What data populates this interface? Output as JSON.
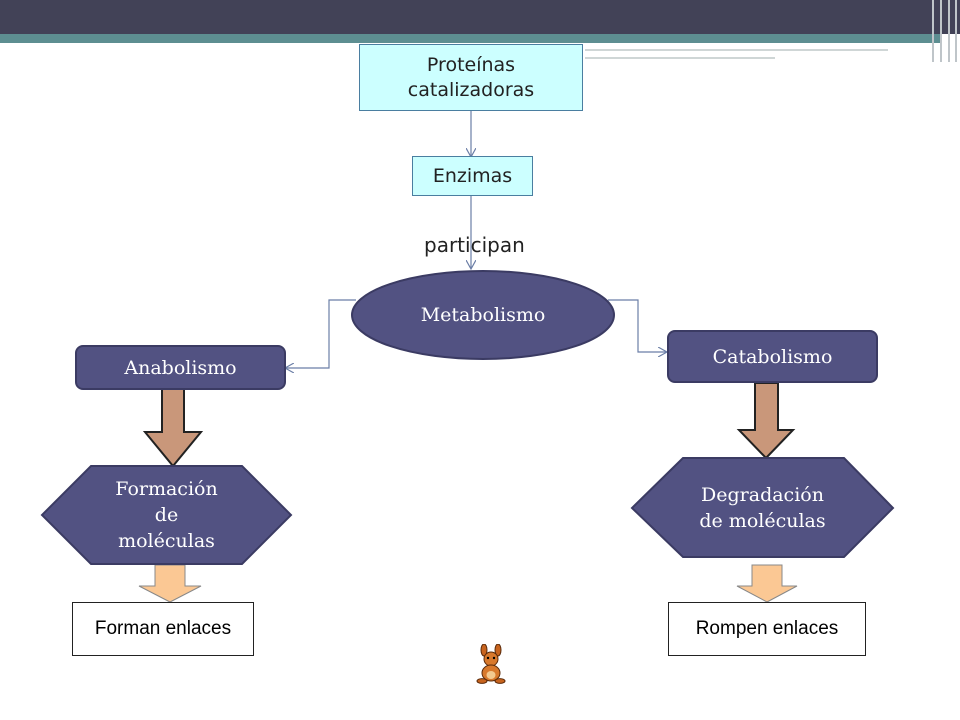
{
  "nodes": {
    "proteinas": "Proteínas\ncatalizadoras",
    "enzimas": "Enzimas",
    "metabolismo": "Metabolismo",
    "anabolismo": "Anabolismo",
    "catabolismo": "Catabolismo",
    "formacion": "Formación\nde\nmoléculas",
    "degradacion": "Degradación\nde moléculas",
    "forman": "Forman enlaces",
    "rompen": "Rompen enlaces"
  },
  "edges": {
    "participan": "participan"
  },
  "colors": {
    "navy": "#525282",
    "cyan": "#ccffff",
    "arrow_brown": "#c9977a",
    "arrow_peach": "#fbc894",
    "topbar": "#424257",
    "teal": "#5d8e91"
  },
  "decoration": {
    "mascot_icon": "kangaroo-icon"
  }
}
